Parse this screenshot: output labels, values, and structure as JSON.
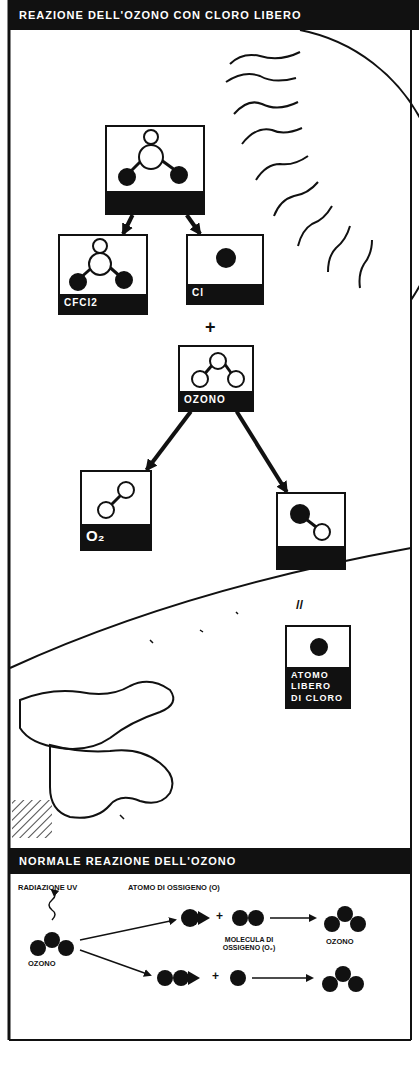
{
  "diagram": {
    "title": "REAZIONE DELL'OZONO CON CLORO LIBERO",
    "nodes": [
      {
        "text": []
      },
      {
        "text": [
          "CFCl2"
        ]
      },
      {
        "text": [
          "Cl"
        ]
      },
      {
        "text": [
          "OZONO"
        ]
      },
      {
        "text": [
          "O₂"
        ]
      },
      {
        "text": []
      },
      {
        "text": [
          "ATOMO LIBERO DI CLORO"
        ]
      },
      {
        "text": [
          "NORMALE REAZIONE DELL'OZONO"
        ]
      }
    ],
    "edges": [
      {
        "from": 0,
        "to": 1,
        "arrow": "to"
      },
      {
        "from": 0,
        "to": 2,
        "arrow": "to"
      },
      {
        "from": 3,
        "to": 4,
        "arrow": "to"
      },
      {
        "from": 3,
        "to": 5,
        "arrow": "to"
      }
    ],
    "labels": [
      "+",
      "//",
      "RADIAZIONE UV",
      "ATOMO DI OSSIGENO (O)",
      "OZONO",
      "+",
      "MOLECULA DI OSSIGENO (O₂)",
      "OZONO",
      "+"
    ]
  }
}
